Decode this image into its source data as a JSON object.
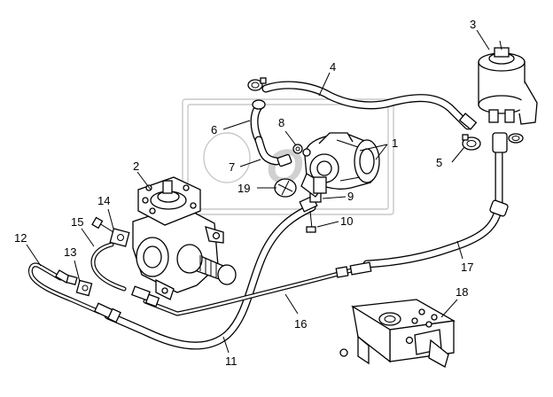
{
  "callouts": [
    {
      "id": "c1",
      "text": "1"
    },
    {
      "id": "c2",
      "text": "2"
    },
    {
      "id": "c3",
      "text": "3"
    },
    {
      "id": "c4",
      "text": "4"
    },
    {
      "id": "c5",
      "text": "5"
    },
    {
      "id": "c6",
      "text": "6"
    },
    {
      "id": "c7",
      "text": "7"
    },
    {
      "id": "c8",
      "text": "8"
    },
    {
      "id": "c9",
      "text": "9"
    },
    {
      "id": "c10",
      "text": "10"
    },
    {
      "id": "c11",
      "text": "11"
    },
    {
      "id": "c12",
      "text": "12"
    },
    {
      "id": "c13",
      "text": "13"
    },
    {
      "id": "c14",
      "text": "14"
    },
    {
      "id": "c15",
      "text": "15"
    },
    {
      "id": "c16",
      "text": "16"
    },
    {
      "id": "c17",
      "text": "17"
    },
    {
      "id": "c18",
      "text": "18"
    },
    {
      "id": "c19",
      "text": "19"
    }
  ],
  "watermark": {
    "text": "OPA"
  }
}
